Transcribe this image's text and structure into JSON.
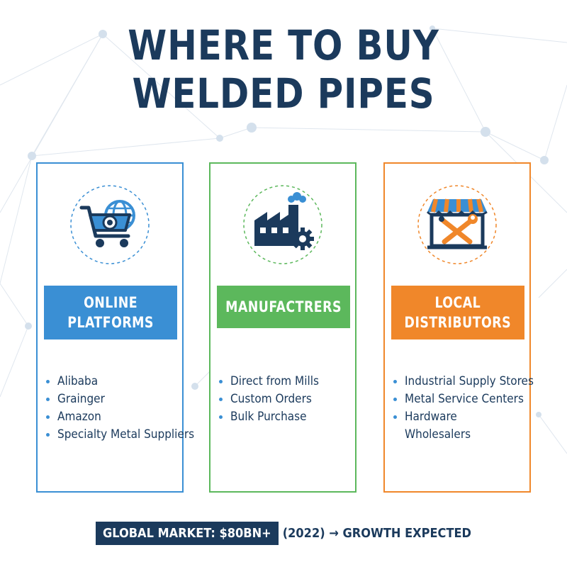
{
  "title": {
    "line1": "WHERE TO BUY",
    "line2": "WELDED PIPES"
  },
  "cards": [
    {
      "heading": "ONLINE\nPLATFORMS",
      "icon": "shopping-cart-globe-icon",
      "color": "#3a8fd4",
      "items": [
        "Alibaba",
        "Grainger",
        "Amazon",
        "Specialty Metal Suppliers"
      ]
    },
    {
      "heading": "MANUFACTRERS",
      "icon": "factory-gear-icon",
      "color": "#5cb85c",
      "items": [
        "Direct from Mills",
        "Custom Orders",
        "Bulk Purchase"
      ]
    },
    {
      "heading": "LOCAL\nDISTRIBUTORS",
      "icon": "storefront-tools-icon",
      "color": "#f0872a",
      "items": [
        "Industrial Supply Stores",
        "Metal Service Centers",
        "Hardware Wholesalers"
      ]
    }
  ],
  "footer": {
    "highlight": "GLOBAL MARKET: $80BN+",
    "rest": "(2022) → GROWTH EXPECTED"
  },
  "colors": {
    "navy": "#1b3a5c",
    "blue": "#3a8fd4",
    "green": "#5cb85c",
    "orange": "#f0872a"
  }
}
